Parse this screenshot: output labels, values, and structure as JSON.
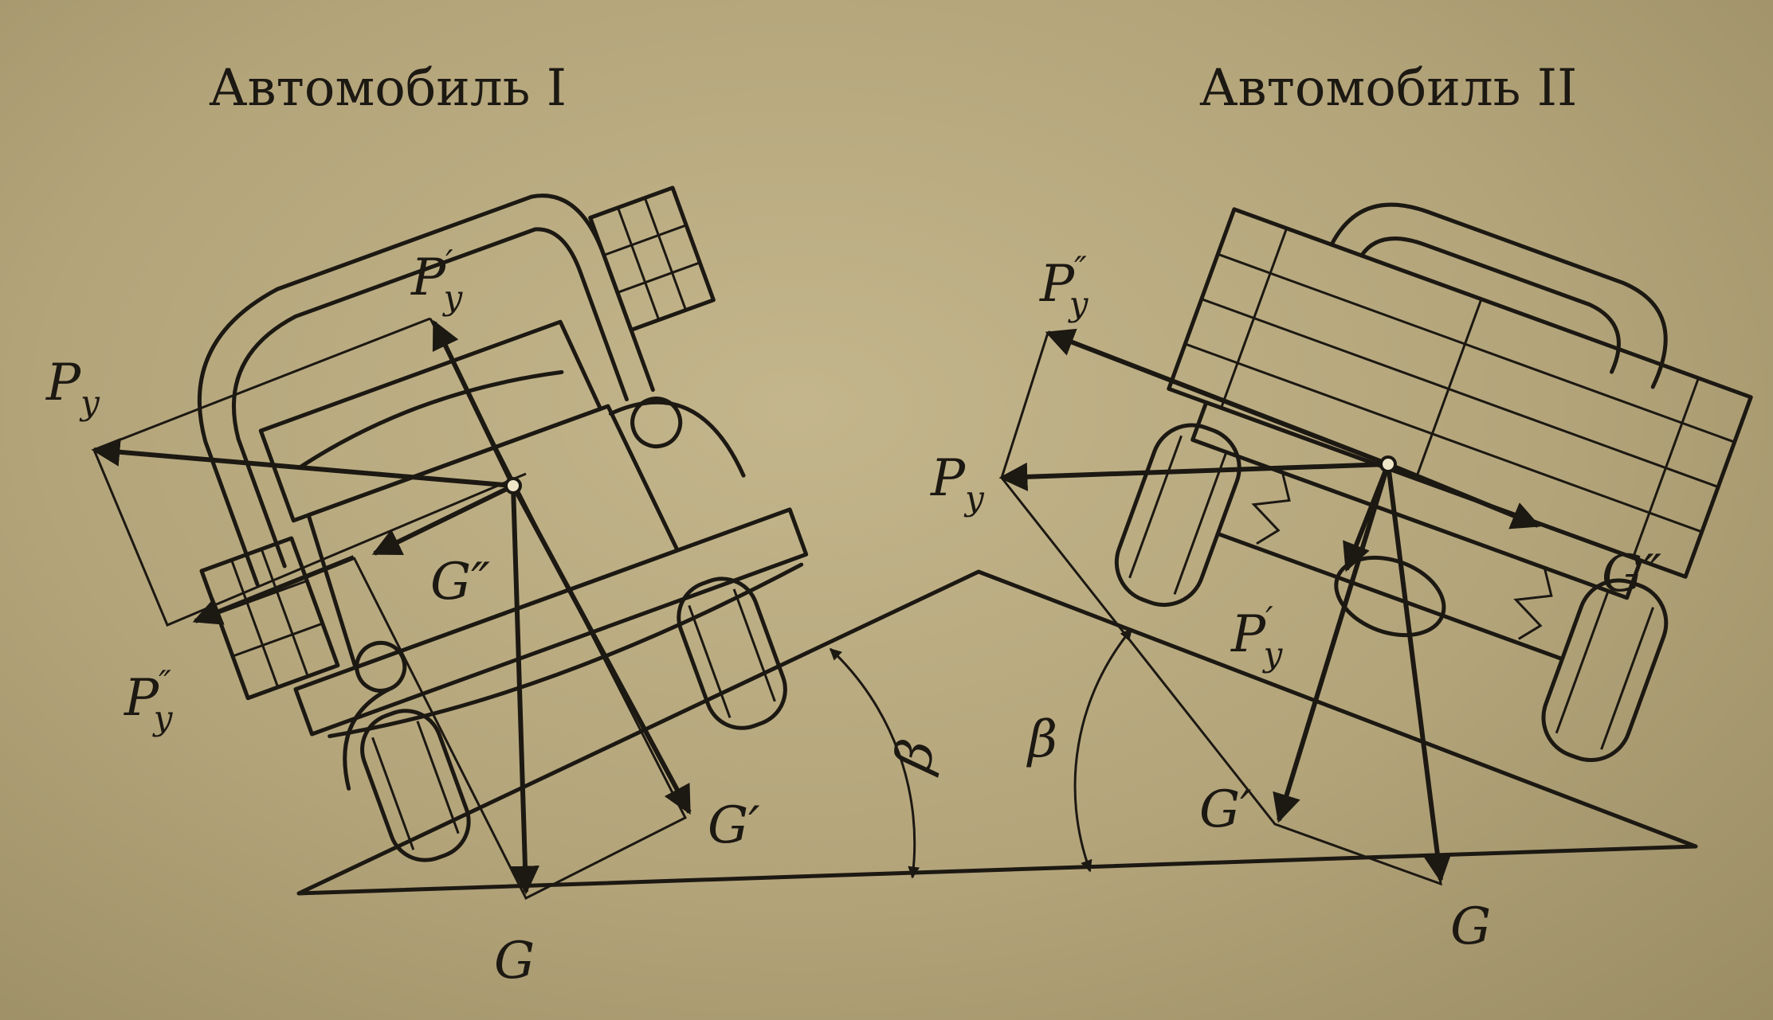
{
  "titles": {
    "car1": "Автомобиль I",
    "car2": "Автомобиль II"
  },
  "labels": {
    "p_y": "P",
    "p_y_sub": "y",
    "p_y_prime": "P",
    "p_y_prime_mark": "′",
    "p_y_dprime": "P",
    "p_y_dprime_mark": "″",
    "g": "G",
    "g_prime": "G′",
    "g_dprime": "G″",
    "beta": "β"
  }
}
